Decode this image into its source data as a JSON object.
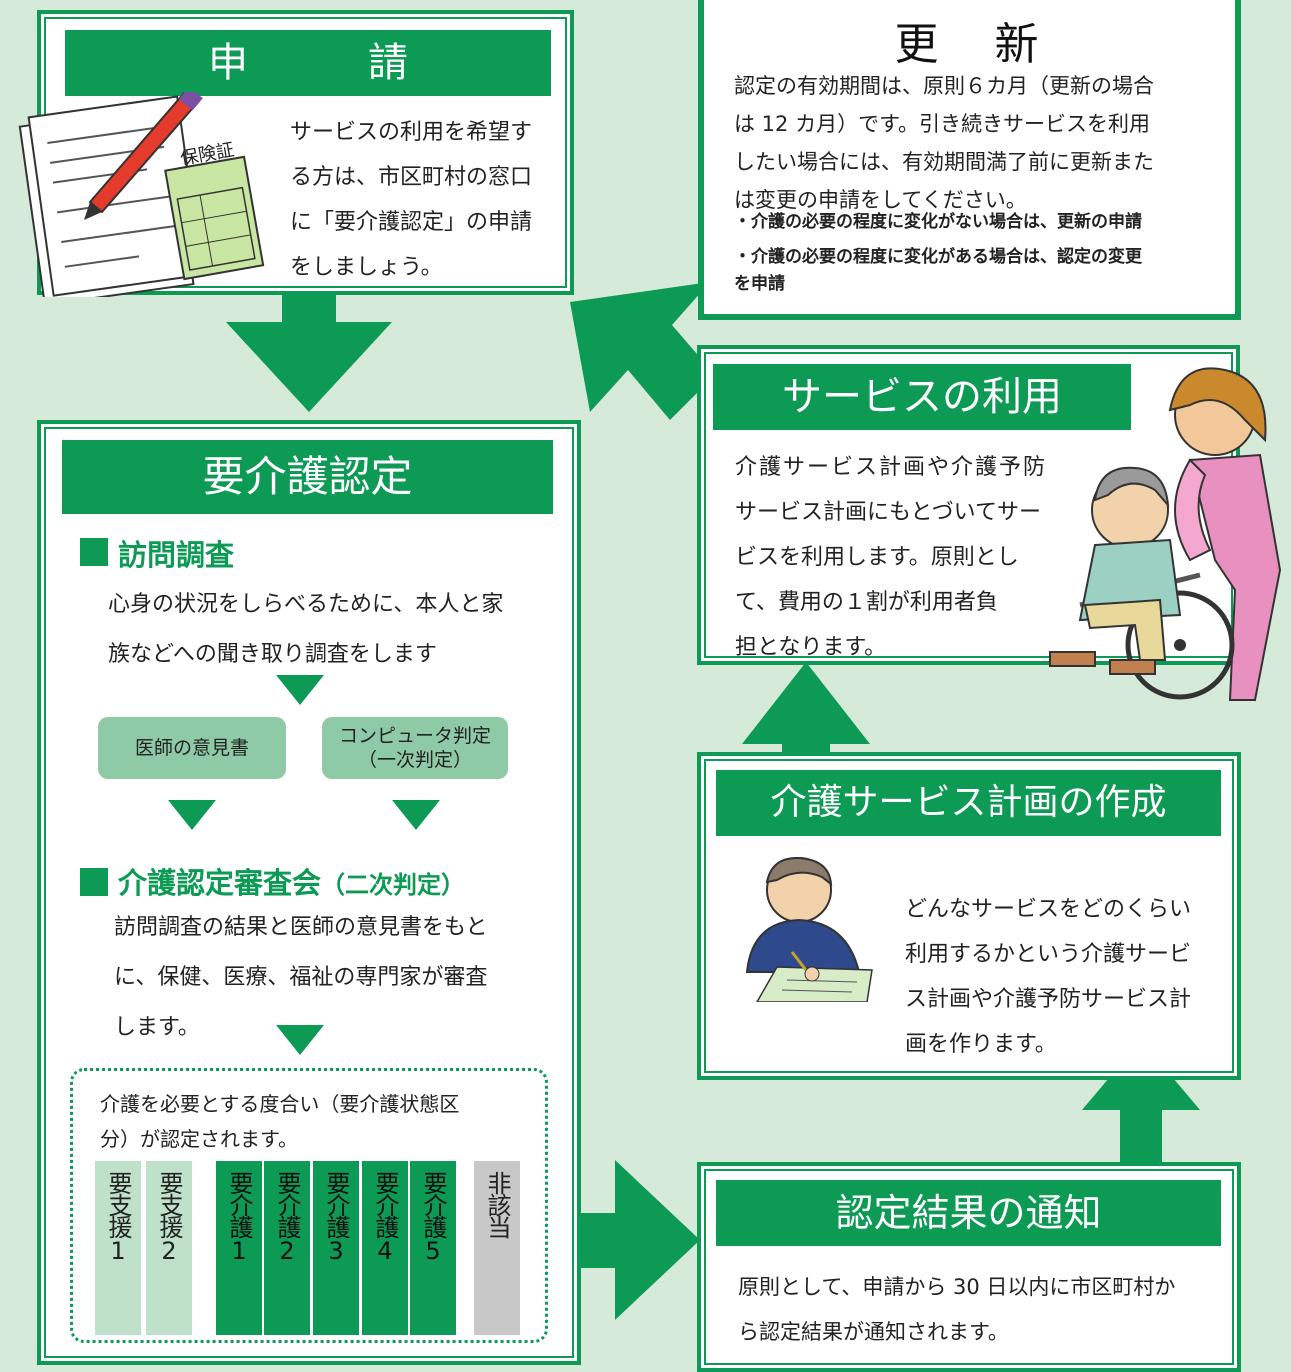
{
  "apply": {
    "title": "申　　　請",
    "text": [
      "サービスの利用を希望す",
      "る方は、市区町村の窓口",
      "に「要介護認定」の申請",
      "をしましょう。"
    ],
    "card_label": "保険証"
  },
  "renew": {
    "title": "更　新",
    "text": [
      "認定の有効期間は、原則６カ月（更新の場合",
      "は 12 カ月）です。引き続きサービスを利用",
      "したい場合には、有効期間満了前に更新また",
      "は変更の申請をしてください。"
    ],
    "bullets": [
      "・介護の必要の程度に変化がない場合は、更新の申請",
      "・介護の必要の程度に変化がある場合は、認定の変更",
      "を申請"
    ]
  },
  "service": {
    "title": "サービスの利用",
    "text": [
      "介護サービス計画や介護予防",
      "サービス計画にもとづいてサー",
      "ビスを利用します。原則とし",
      "て、費用の１割が利用者負",
      "担となります。"
    ]
  },
  "cert": {
    "title": "要介護認定",
    "visit_title": "訪問調査",
    "visit_text": [
      "心身の状況をしらべるために、本人と家",
      "族などへの聞き取り調査をします"
    ],
    "doctor": "医師の意見書",
    "computer": [
      "コンピュータ判定",
      "（一次判定）"
    ],
    "review_title": "介護認定審査会",
    "review_suffix": "（二次判定）",
    "review_text": [
      "訪問調査の結果と医師の意見書をもと",
      "に、保健、医療、福祉の専門家が審査",
      "します。"
    ],
    "levels_text": [
      "介護を必要とする度合い（要介護状態区",
      "分）が認定されます。"
    ],
    "levels": [
      "要支援1",
      "要支援2",
      "要介護1",
      "要介護2",
      "要介護3",
      "要介護4",
      "要介護5",
      "非該当"
    ]
  },
  "plan": {
    "title": "介護サービス計画の作成",
    "text": [
      "どんなサービスをどのくらい",
      "利用するかという介護サービ",
      "ス計画や介護予防サービス計",
      "画を作ります。"
    ]
  },
  "notice": {
    "title": "認定結果の通知",
    "text": [
      "原則として、申請から 30 日以内に市区町村か",
      "ら認定結果が通知されます。"
    ]
  }
}
